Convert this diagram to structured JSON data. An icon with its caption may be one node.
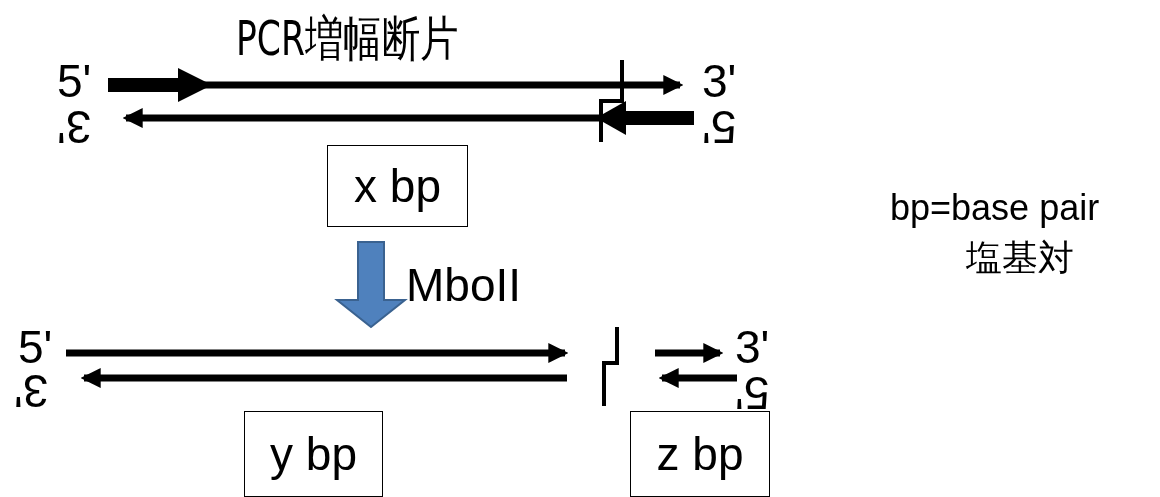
{
  "diagram": {
    "title": "PCR増幅断片",
    "nodes": [
      {
        "text": [
          "x bp"
        ]
      },
      {
        "text": [
          "y bp"
        ]
      },
      {
        "text": [
          "z bp"
        ]
      }
    ],
    "labels": [
      "5'",
      "3'",
      "3'",
      "5'",
      "MboII",
      "5'",
      "3'",
      "3'",
      "5'",
      "bp=base pair",
      "塩基対"
    ]
  }
}
